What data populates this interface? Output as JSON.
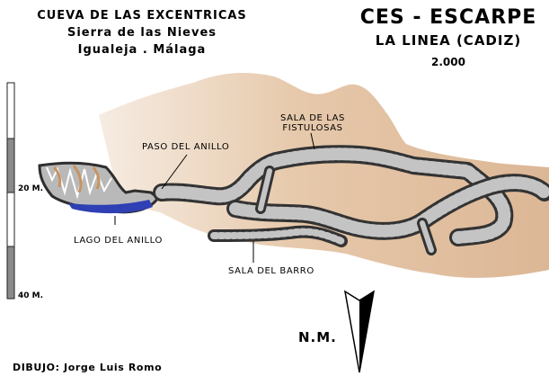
{
  "title": {
    "cave_name": "CUEVA DE LAS EXCENTRICAS",
    "range": "Sierra de las Nieves",
    "location": "Igualeja   . Málaga"
  },
  "organization": {
    "club": "CES - ESCARPE",
    "town": "LA LINEA  (CADIZ)",
    "cave_number": "2.000"
  },
  "scale_bar": {
    "labels": [
      "20 M.",
      "40 M."
    ]
  },
  "features": {
    "paso_del_anillo": "PASO DEL ANILLO",
    "lago_del_anillo": "LAGO DEL ANILLO",
    "sala_de_las_fistulosas_line1": "SALA DE LAS",
    "sala_de_las_fistulosas_line2": "FISTULOSAS",
    "sala_del_barro": "SALA DEL BARRO"
  },
  "north_arrow": {
    "label": "N.M."
  },
  "credit": "DIBUJO:  Jorge Luis Romo",
  "colors": {
    "terrain": "#e2c2a2",
    "passage_wall": "#3a3a3a",
    "passage_fill": "#b5b5b5",
    "lake": "#2f3fb4"
  }
}
